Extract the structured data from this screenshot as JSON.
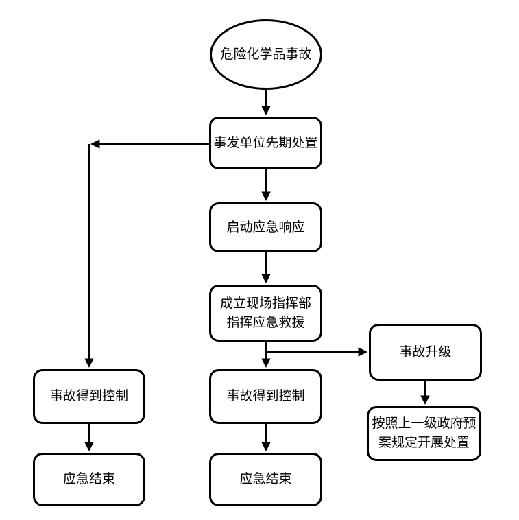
{
  "diagram": {
    "type": "flowchart",
    "colors": {
      "stroke": "#000000",
      "background": "#ffffff",
      "node_fill": "#ffffff"
    },
    "nodes": {
      "start": {
        "shape": "ellipse",
        "label": "危险化学品事故"
      },
      "initial_disposal": {
        "shape": "rounded-rect",
        "label": "事发单位先期处置"
      },
      "activate_response": {
        "shape": "rounded-rect",
        "label": "启动应急响应"
      },
      "command_post": {
        "shape": "rounded-rect",
        "lines": [
          "成立现场指挥部",
          "指挥应急救援"
        ]
      },
      "controlled_center": {
        "shape": "rounded-rect",
        "label": "事故得到控制"
      },
      "end_center": {
        "shape": "rounded-rect",
        "label": "应急结束"
      },
      "controlled_left": {
        "shape": "rounded-rect",
        "label": "事故得到控制"
      },
      "end_left": {
        "shape": "rounded-rect",
        "label": "应急结束"
      },
      "escalation": {
        "shape": "rounded-rect",
        "label": "事故升级"
      },
      "higher_plan": {
        "shape": "rounded-rect",
        "lines": [
          "按照上一级政府预",
          "案规定开展处置"
        ]
      }
    },
    "edges": [
      {
        "from": "start",
        "to": "initial_disposal",
        "points": [
          [
            388,
            131
          ],
          [
            388,
            166
          ]
        ]
      },
      {
        "from": "initial_disposal",
        "to": "left_elbow",
        "points": [
          [
            305,
            210
          ],
          [
            134,
            210
          ]
        ]
      },
      {
        "from": "left_elbow",
        "to": "controlled_left",
        "points": [
          [
            130,
            210
          ],
          [
            130,
            534
          ]
        ]
      },
      {
        "from": "initial_disposal",
        "to": "activate_response",
        "points": [
          [
            388,
            247
          ],
          [
            388,
            291
          ]
        ]
      },
      {
        "from": "activate_response",
        "to": "command_post",
        "points": [
          [
            388,
            368
          ],
          [
            388,
            411
          ]
        ]
      },
      {
        "from": "command_post",
        "to": "controlled_center",
        "points": [
          [
            388,
            498
          ],
          [
            388,
            534
          ]
        ]
      },
      {
        "from": "command_post",
        "to": "escalation",
        "points": [
          [
            388,
            513
          ],
          [
            534,
            513
          ]
        ]
      },
      {
        "from": "escalation",
        "to": "higher_plan",
        "points": [
          [
            620,
            555
          ],
          [
            620,
            588
          ]
        ]
      },
      {
        "from": "controlled_center",
        "to": "end_center",
        "points": [
          [
            388,
            618
          ],
          [
            388,
            656
          ]
        ]
      },
      {
        "from": "controlled_left",
        "to": "end_left",
        "points": [
          [
            130,
            618
          ],
          [
            130,
            656
          ]
        ]
      }
    ]
  }
}
